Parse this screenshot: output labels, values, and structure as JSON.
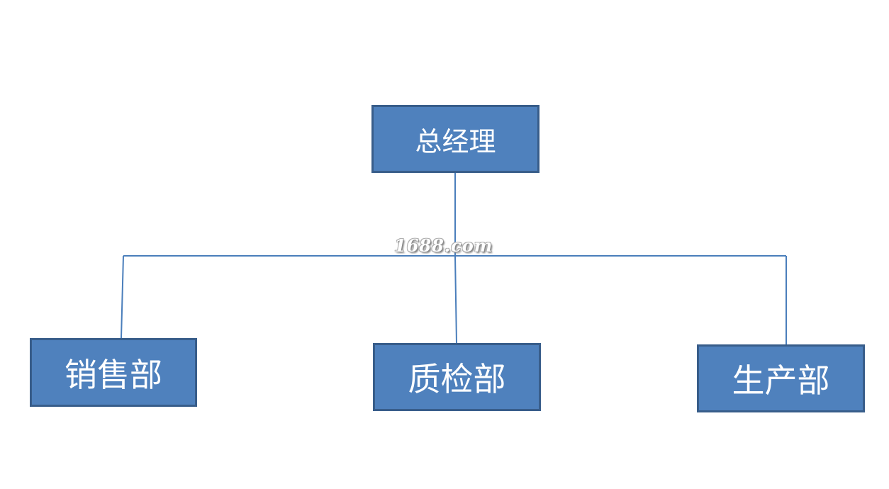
{
  "diagram": {
    "type": "org-chart",
    "root": {
      "label": "总经理"
    },
    "children": [
      {
        "label": "销售部"
      },
      {
        "label": "质检部"
      },
      {
        "label": "生产部"
      }
    ],
    "watermark": "1688.com",
    "colors": {
      "box_fill": "#4f81bd",
      "box_border": "#385d8a",
      "connector": "#4a7ebb",
      "text": "#ffffff"
    }
  }
}
